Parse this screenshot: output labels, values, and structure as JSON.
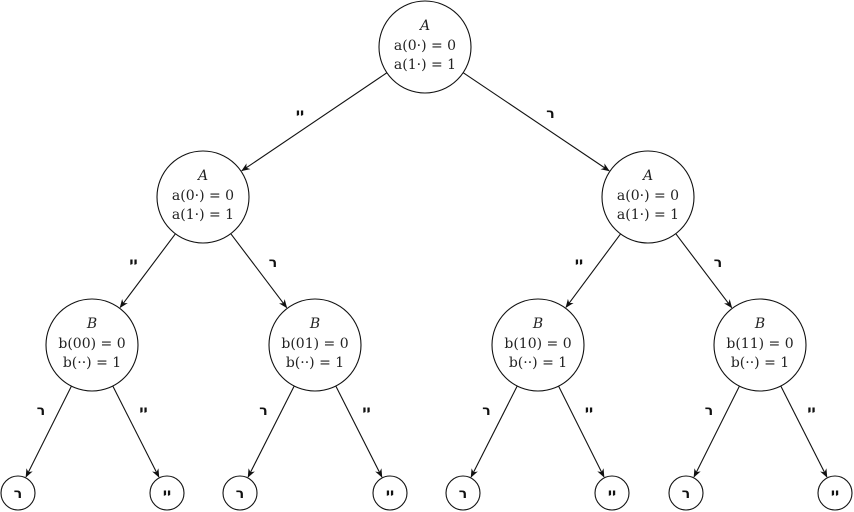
{
  "root": {
    "title": "A",
    "lines": [
      "a(0·) = 0",
      "a(1·) = 1"
    ]
  },
  "level2": [
    {
      "title": "A",
      "lines": [
        "a(0·) = 0",
        "a(1·) = 1"
      ]
    },
    {
      "title": "A",
      "lines": [
        "a(0·) = 0",
        "a(1·) = 1"
      ]
    }
  ],
  "level3": [
    {
      "title": "B",
      "lines": [
        "b(00) = 0",
        "b(··) = 1"
      ]
    },
    {
      "title": "B",
      "lines": [
        "b(01) = 0",
        "b(··) = 1"
      ]
    },
    {
      "title": "B",
      "lines": [
        "b(10) = 0",
        "b(··) = 1"
      ]
    },
    {
      "title": "B",
      "lines": [
        "b(11) = 0",
        "b(··) = 1"
      ]
    }
  ],
  "symbols": {
    "hook": "ר",
    "tick": "יי"
  },
  "edge_labels": {
    "root": [
      "tick",
      "hook"
    ],
    "level2": [
      "tick",
      "hook"
    ],
    "level3": [
      "hook",
      "tick"
    ]
  },
  "leaves": [
    "hook",
    "tick",
    "hook",
    "tick",
    "hook",
    "tick",
    "hook",
    "tick"
  ]
}
